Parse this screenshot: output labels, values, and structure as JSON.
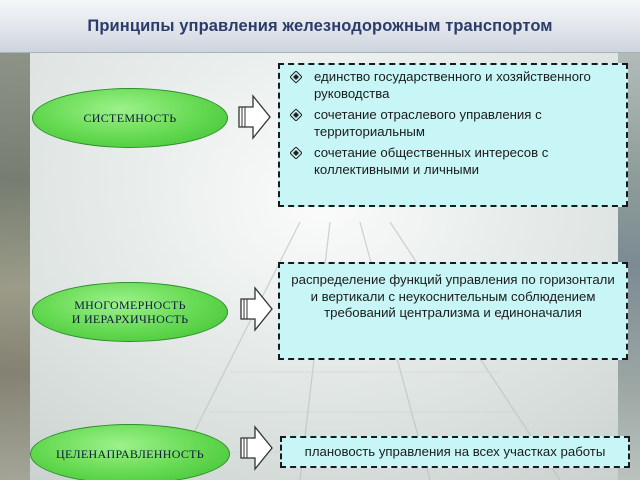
{
  "slide": {
    "title": "Принципы управления железнодорожным транспортом"
  },
  "principles": [
    {
      "label": "СИСТЕМНОСТЬ",
      "items": [
        "единство государственного и хозяйственного руководства",
        "сочетание отраслевого управления с территориальным",
        "сочетание общественных интересов с коллективными и личными"
      ]
    },
    {
      "label_line1": "МНОГОМЕРНОСТЬ",
      "label_line2": "И ИЕРАРХИЧНОСТЬ",
      "text": "распределение функций управления по горизонтали и вертикали с неукоснительным соблюдением требований централизма и единоначалия"
    },
    {
      "label": "ЦЕЛЕНАПРАВЛЕННОСТЬ",
      "text": "плановость управления на всех участках работы"
    }
  ],
  "colors": {
    "ellipse_fill": "#62d84f",
    "box_fill": "#c8f6f6",
    "title_color": "#2b3b6a"
  },
  "icons": {
    "bullet": "diamond-bullet-icon",
    "connector": "block-arrow-icon"
  }
}
